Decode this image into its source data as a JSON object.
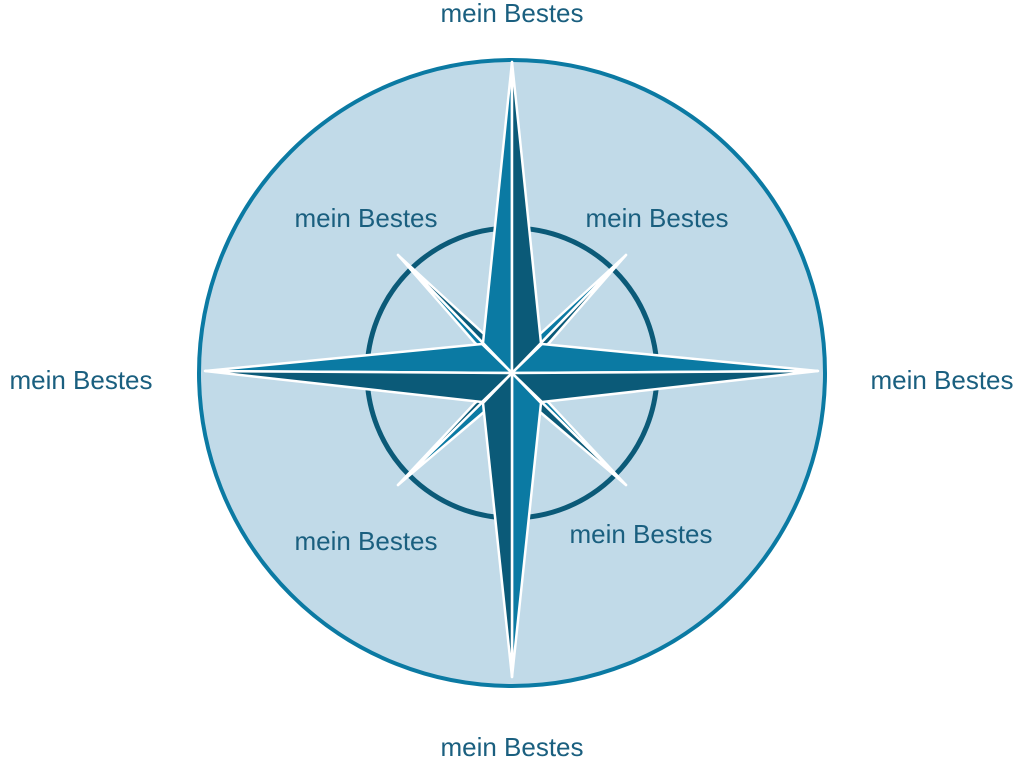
{
  "labels": {
    "north": "mein Bestes",
    "northeast": "mein Bestes",
    "east": "mein Bestes",
    "southeast": "mein Bestes",
    "south": "mein Bestes",
    "southwest": "mein Bestes",
    "west": "mein Bestes",
    "northwest": "mein Bestes"
  },
  "colors": {
    "disc_fill": "#c1dae8",
    "outer_ring": "#0b7aa3",
    "inner_ring": "#0b5a78",
    "star_light": "#0b7aa3",
    "star_dark": "#0b5a78",
    "star_outline": "#ffffff",
    "label_text": "#1a5f7f"
  }
}
